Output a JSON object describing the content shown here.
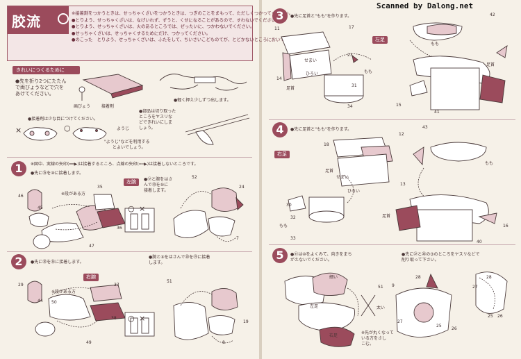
{
  "watermark": "Scanned by Dalong.net",
  "caution": {
    "title": "胶流",
    "lines": [
      "※接着剤をつかうときは、せっちゃくざいをつかうときは、つぎのことをまもって、ただしくつかってください。",
      "●とりよう、せっちゃくざいは、なげいれず、ずうと、くせになることがあるので、すわないでください。",
      "●とりよう、せっちゃくざいは、火のあるところでは、ぜったいに、つかわないでください。",
      "●せっちゃくざいは、せっちゃくするためにだけ、つかってください。",
      "●のこった　とりよう、せっちゃくざいは、ふたをして、ちいさいこどものてが、とどかないところにおいてください。"
    ]
  },
  "neat": {
    "band": "きれいにつくるために",
    "tip1": [
      "●先を折り2つにたたん",
      "で両びょうなどで穴を",
      "あけてください。"
    ],
    "pin_label": "画びょう",
    "glue_label": "接着剤",
    "squeeze": "●軽く押え少しずつ出します。",
    "tip2": "●接着剤は少な目につけてください。",
    "tool_label": "ようじ",
    "tool_note": "\"ようじ\"などを利用する",
    "tool_note2": "とよいでしょう。",
    "tip3": [
      "●部品は切り取った",
      "ところをヤスリな",
      "どできれいにしま",
      "しょう。"
    ],
    "bad_mark": "×",
    "good_mark": "○"
  },
  "steps": [
    {
      "number": "1",
      "note": "※図中、実線の矢印(━━▶)は接着するところ、点線の矢印(╍╍▶)は接着しないところです。",
      "instruction": "●先に㉟を⑩に接着します。",
      "tag": "左腕",
      "sub": [
        "●⑰と腕をはさ",
        "んで⑳を⑩に",
        "接着します。"
      ],
      "note2": "※段がある方",
      "parts": [
        "46",
        "45",
        "35",
        "36",
        "47",
        "52",
        "24",
        "7"
      ],
      "ox": [
        "○",
        "×"
      ]
    },
    {
      "number": "2",
      "instruction": "●先に㉚を㉟に接着します。",
      "sub": "●腕と⑨をはさんで⑳を⑲に接着",
      "sub2": "します。",
      "tag": "右腕",
      "note2": "※段がある方",
      "parts": [
        "29",
        "44",
        "50",
        "37",
        "38",
        "49",
        "51",
        "19",
        "8"
      ],
      "ox": [
        "○",
        "×"
      ]
    },
    {
      "number": "3",
      "instruction": "●先に足首と\"もも\"を作ります。",
      "tag": "左足",
      "labels": [
        "せまい",
        "ひろい",
        "足首",
        "もも",
        "足首",
        "もも"
      ],
      "parts": [
        "11",
        "17",
        "14",
        "42",
        "23",
        "31",
        "34",
        "41",
        "15"
      ]
    },
    {
      "number": "4",
      "instruction": "●先に足首と\"もも\"を作ります。",
      "tag": "右足",
      "labels": [
        "足首",
        "せまい",
        "ひろい",
        "もも",
        "足首",
        "もも"
      ],
      "parts": [
        "12",
        "43",
        "18",
        "13",
        "30",
        "32",
        "33",
        "40",
        "16"
      ]
    },
    {
      "number": "5",
      "instruction": [
        "●⑪は⑩をよくみて、向きをまち",
        "がえないでください。"
      ],
      "instruction2": [
        "●先に㉗と㉖の③のところをヤスリなどで",
        "削り取って下さい。"
      ],
      "labels": [
        "細い",
        "太い",
        "左足",
        "右足"
      ],
      "note": [
        "※先が丸くなって",
        "いる方をさし",
        "こむ。"
      ],
      "parts": [
        "51",
        "9",
        "28",
        "27",
        "25",
        "26",
        "27",
        "28",
        "25",
        "26"
      ]
    }
  ]
}
